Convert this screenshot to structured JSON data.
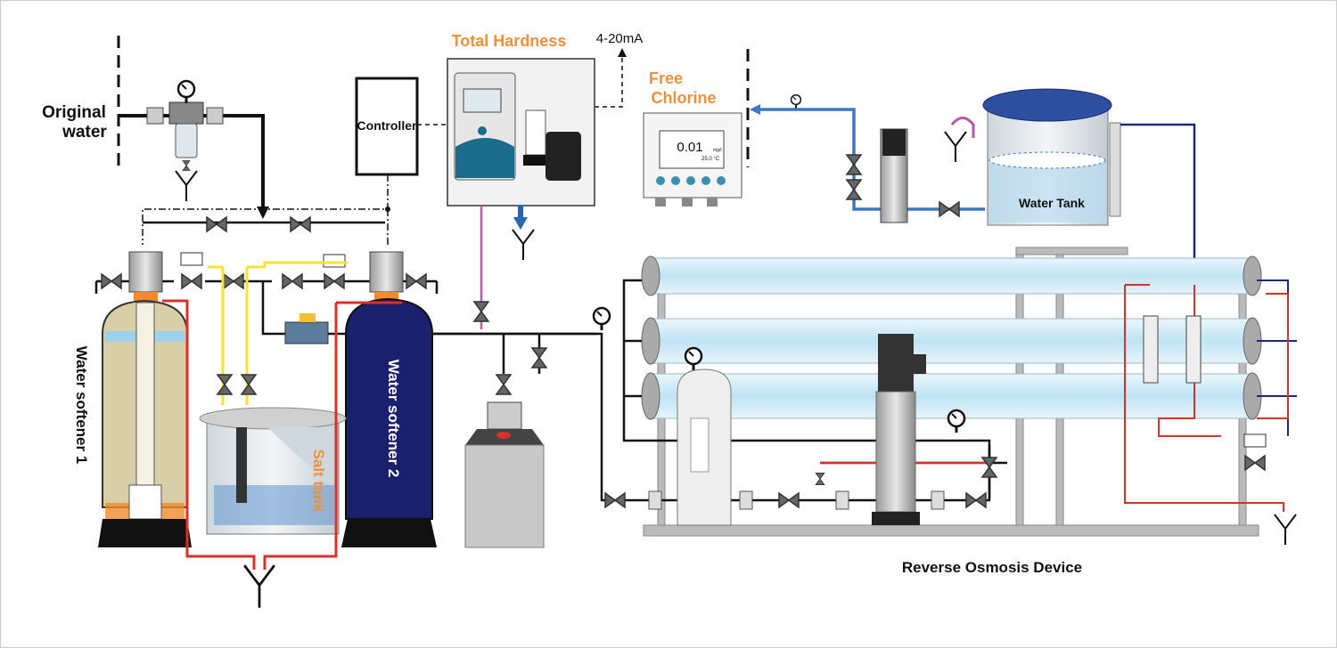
{
  "labels": {
    "original_water": [
      "Original",
      "water"
    ],
    "controller": "Controller",
    "total_hardness": "Total Hardness",
    "signal": "4-20mA",
    "free_chlorine": [
      "Free",
      "Chlorine"
    ],
    "water_tank": "Water Tank",
    "softener_1": "Water softener 1",
    "softener_2": "Water softener 2",
    "salt_tank": "Salt tank",
    "ro_device": "Reverse Osmosis Device",
    "chlorine_reading": "0.01",
    "chlorine_unit": "mg/l",
    "chlorine_temp": "25.0  °C"
  },
  "colors": {
    "accent_orange": "#f0903c",
    "pipe_black": "#111111",
    "pipe_red": "#d9302a",
    "pipe_yellow": "#f3e23a",
    "pipe_blue": "#3a78c0",
    "pipe_navy": "#1d2a7a",
    "pipe_pink": "#c25aa8",
    "softener_navy": "#1a1f6e"
  }
}
